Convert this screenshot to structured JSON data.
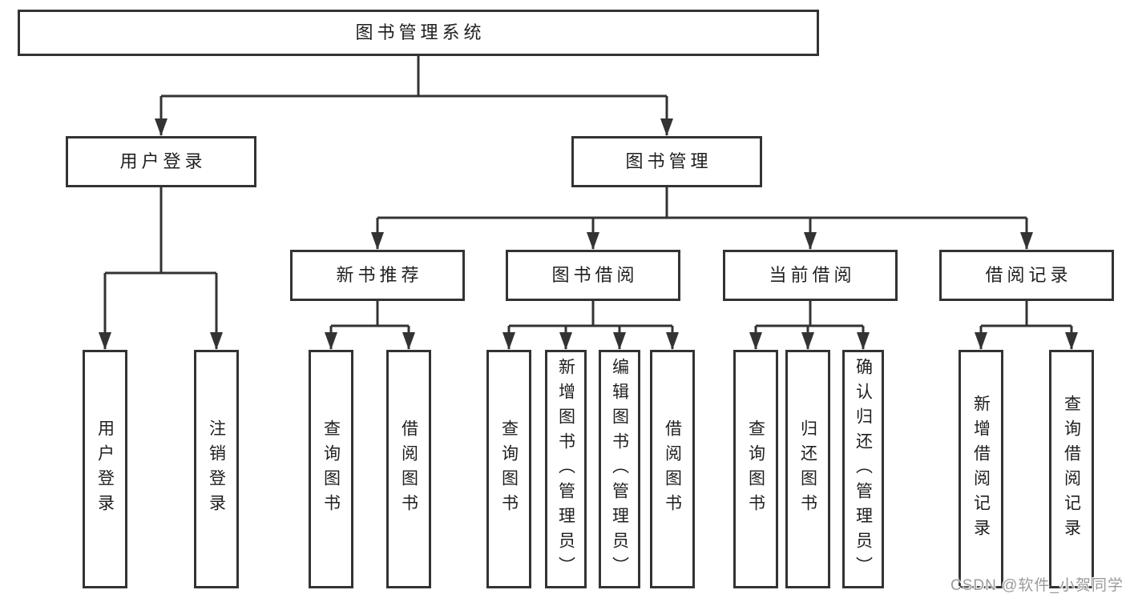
{
  "colors": {
    "line": "#333333",
    "text": "#1f1f1f",
    "bg": "#ffffff",
    "wm": "#9b9b9b"
  },
  "watermark": {
    "text": "CSDN @软件_小贺同学"
  },
  "diagram": {
    "root": {
      "label": "图书管理系统"
    },
    "level2": [
      {
        "id": "user-login",
        "label": "用户登录",
        "parent": "图书管理系统"
      },
      {
        "id": "book-management",
        "label": "图书管理",
        "parent": "图书管理系统"
      }
    ],
    "level3": [
      {
        "id": "new-book-recommendation",
        "label": "新书推荐",
        "parent": "图书管理"
      },
      {
        "id": "book-borrowing",
        "label": "图书借阅",
        "parent": "图书管理"
      },
      {
        "id": "current-borrowing",
        "label": "当前借阅",
        "parent": "图书管理"
      },
      {
        "id": "borrowing-records",
        "label": "借阅记录",
        "parent": "图书管理"
      }
    ],
    "leaves": [
      {
        "label": "用户登录",
        "parent": "用户登录"
      },
      {
        "label": "注销登录",
        "parent": "用户登录"
      },
      {
        "label": "查询图书",
        "parent": "新书推荐"
      },
      {
        "label": "借阅图书",
        "parent": "新书推荐"
      },
      {
        "label": "查询图书",
        "parent": "图书借阅"
      },
      {
        "label": "新增图书（管理员）",
        "parent": "图书借阅"
      },
      {
        "label": "编辑图书（管理员）",
        "parent": "图书借阅"
      },
      {
        "label": "借阅图书",
        "parent": "图书借阅"
      },
      {
        "label": "查询图书",
        "parent": "当前借阅"
      },
      {
        "label": "归还图书",
        "parent": "当前借阅"
      },
      {
        "label": "确认归还（管理员）",
        "parent": "当前借阅"
      },
      {
        "label": "新增借阅记录",
        "parent": "借阅记录"
      },
      {
        "label": "查询借阅记录",
        "parent": "借阅记录"
      }
    ]
  }
}
